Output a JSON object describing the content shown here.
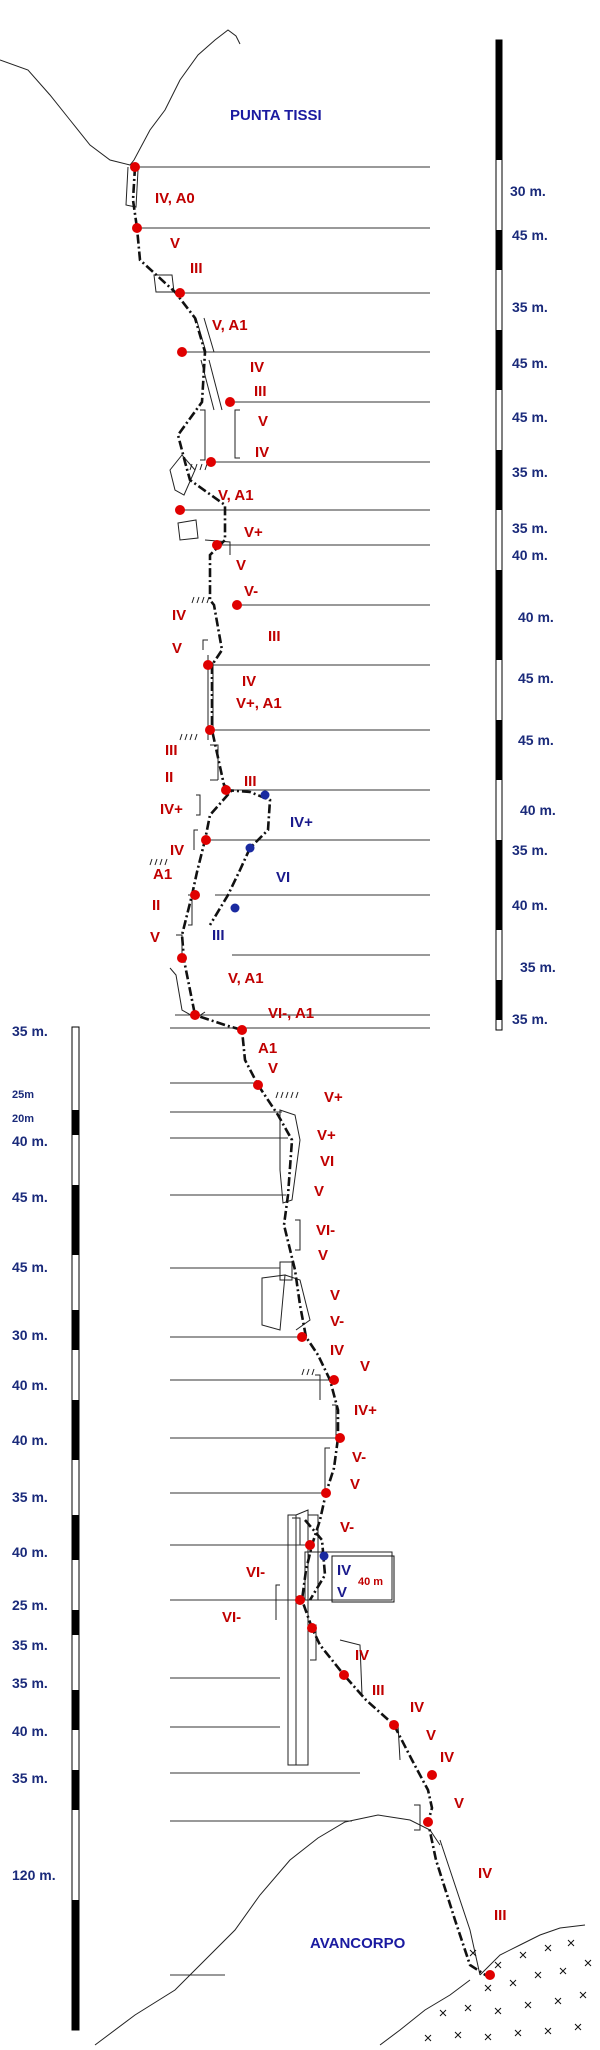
{
  "peaks": {
    "top": "PUNTA TISSI",
    "bottom": "AVANCORPO"
  },
  "colors": {
    "grade": "#c00000",
    "variant": "#1a1a8c",
    "length": "#1a2a7a",
    "belay": "#e00000"
  },
  "scale_upper": [
    "30 m.",
    "45 m.",
    "35 m.",
    "45 m.",
    "45 m.",
    "35 m.",
    "35 m.",
    "40 m.",
    "40 m.",
    "45 m.",
    "45 m.",
    "40 m.",
    "35 m.",
    "40 m.",
    "35 m.",
    "35 m."
  ],
  "scale_lower": [
    "35 m.",
    "25m",
    "20m",
    "40 m.",
    "45 m.",
    "45 m.",
    "30 m.",
    "40 m.",
    "40 m.",
    "35 m.",
    "40 m.",
    "25 m.",
    "35 m.",
    "35 m.",
    "40 m.",
    "35 m.",
    "120 m."
  ],
  "grades_upper": [
    "IV, A0",
    "V",
    "III",
    "V, A1",
    "IV",
    "III",
    "V",
    "IV",
    "V, A1",
    "V+",
    "V",
    "V-",
    "IV",
    "III",
    "V",
    "IV",
    "V+, A1",
    "III",
    "II",
    "III",
    "IV+",
    "IV",
    "A1",
    "II",
    "V",
    "V, A1",
    "VI-, A1"
  ],
  "variants_upper": [
    "IV+",
    "VI",
    "III"
  ],
  "grades_lower": [
    "A1",
    "V",
    "V+",
    "V+",
    "VI",
    "V",
    "VI-",
    "V",
    "V",
    "V-",
    "IV",
    "V",
    "IV+",
    "V-",
    "V",
    "V-",
    "VI-",
    "VI-",
    "IV",
    "III",
    "IV",
    "V",
    "IV",
    "V",
    "IV",
    "III"
  ],
  "variants_lower": [
    "IV",
    "V"
  ],
  "variant_box": "40 m"
}
